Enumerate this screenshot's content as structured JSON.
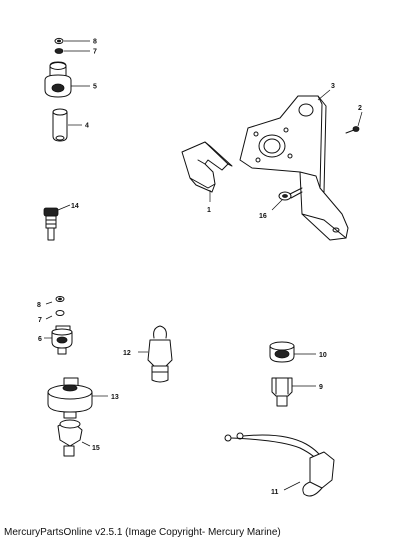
{
  "callouts": {
    "c1": "1",
    "c2": "2",
    "c3": "3",
    "c4": "4",
    "c5": "5",
    "c6": "6",
    "c7a": "7",
    "c7b": "7",
    "c8a": "8",
    "c8b": "8",
    "c9": "9",
    "c10": "10",
    "c11": "11",
    "c12": "12",
    "c13": "13",
    "c14": "14",
    "c15": "15",
    "c16": "16"
  },
  "caption": "MercuryPartsOnline v2.5.1 (Image Copyright- Mercury Marine)"
}
